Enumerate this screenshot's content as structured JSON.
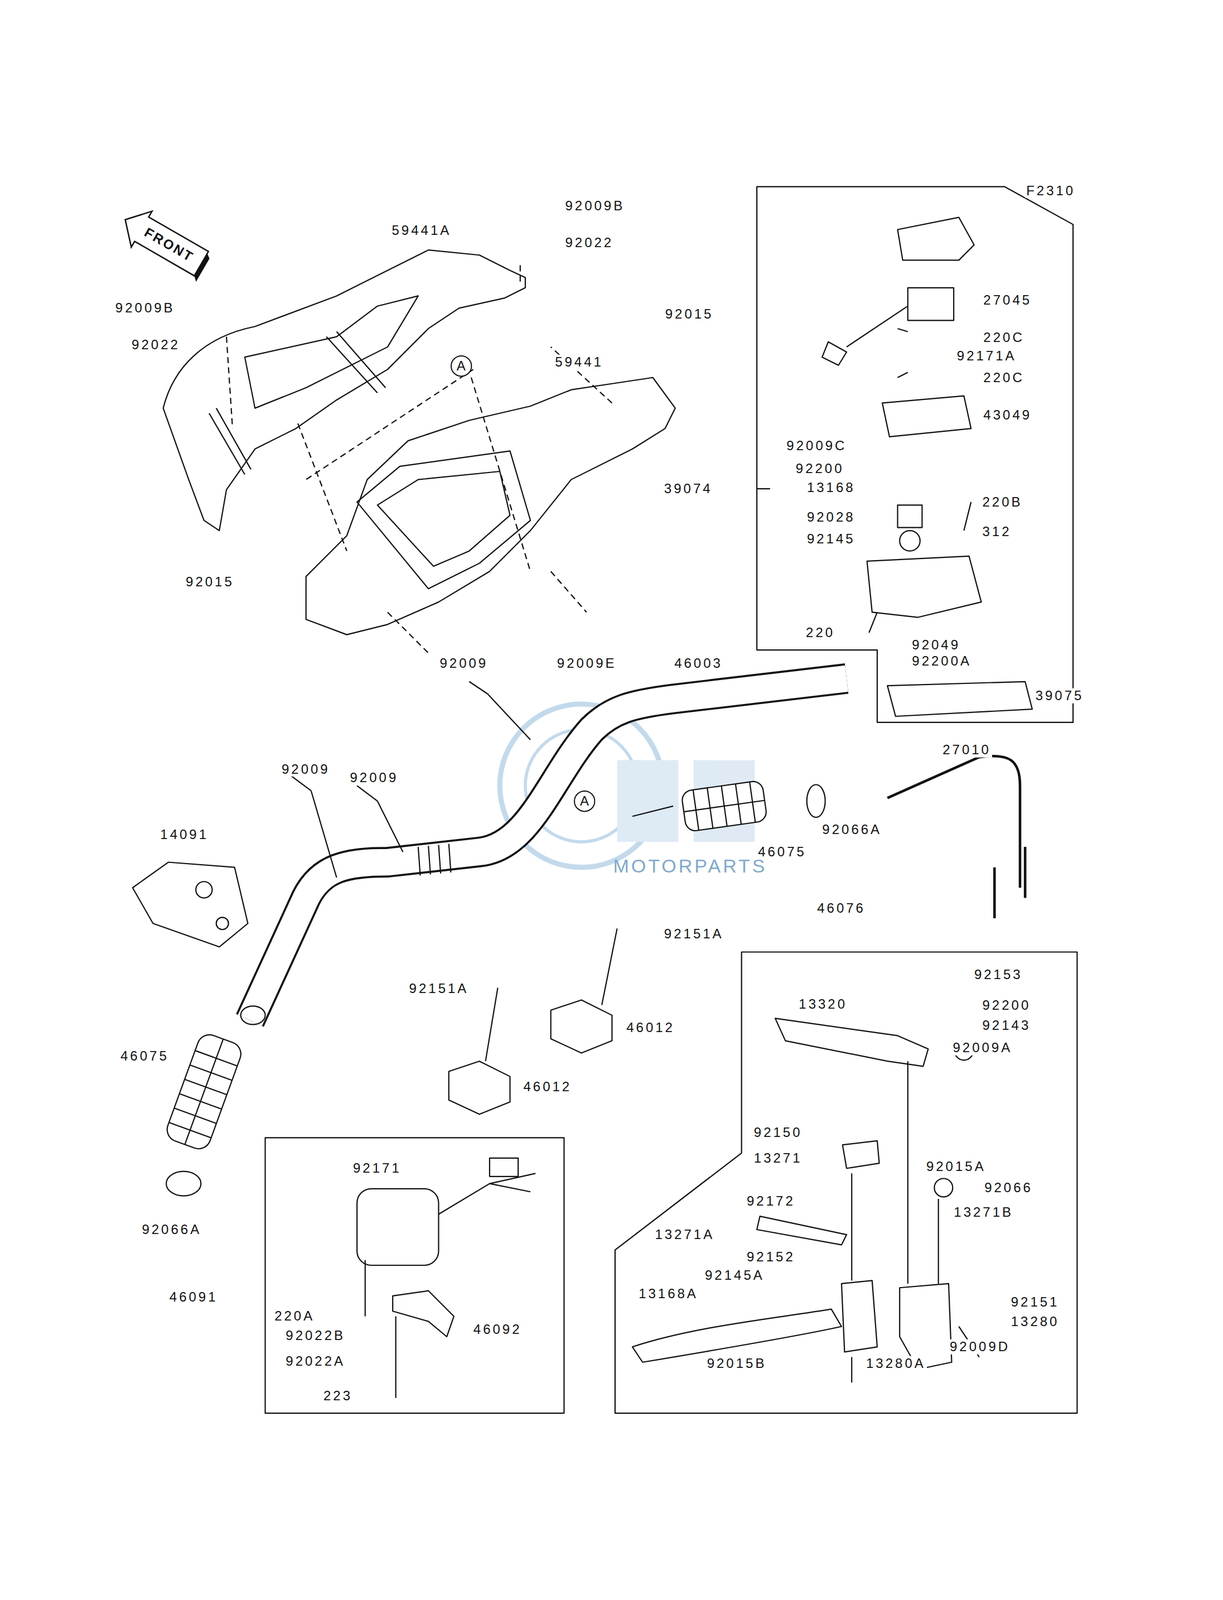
{
  "diagram": {
    "nodes": [
      {
        "text": [
          "FRONT"
        ]
      },
      {
        "text": [
          "A"
        ]
      },
      {
        "text": [
          "A"
        ]
      }
    ],
    "labels": [
      "F2310",
      "92009B",
      "59441A",
      "92022",
      "92009B",
      "92015",
      "92022",
      "27045",
      "220C",
      "59441",
      "92171A",
      "220C",
      "43049",
      "92009C",
      "92200",
      "13168",
      "39074",
      "220B",
      "92028",
      "312",
      "92145",
      "92015",
      "220",
      "92049",
      "92200A",
      "92009",
      "92009E",
      "46003",
      "39075",
      "27010",
      "92009",
      "92009",
      "92066A",
      "14091",
      "46075",
      "46076",
      "92151A",
      "92153",
      "92151A",
      "13320",
      "92200",
      "92143",
      "46012",
      "92009A",
      "46075",
      "46012",
      "92150",
      "13271",
      "92015A",
      "92171",
      "92066",
      "92172",
      "13271B",
      "92066A",
      "13271A",
      "92152",
      "92145A",
      "13168A",
      "46091",
      "92151",
      "220A",
      "13280",
      "92022B",
      "46092",
      "92009D",
      "92022A",
      "92015B",
      "13280A",
      "223",
      "MOTORPARTS"
    ]
  }
}
